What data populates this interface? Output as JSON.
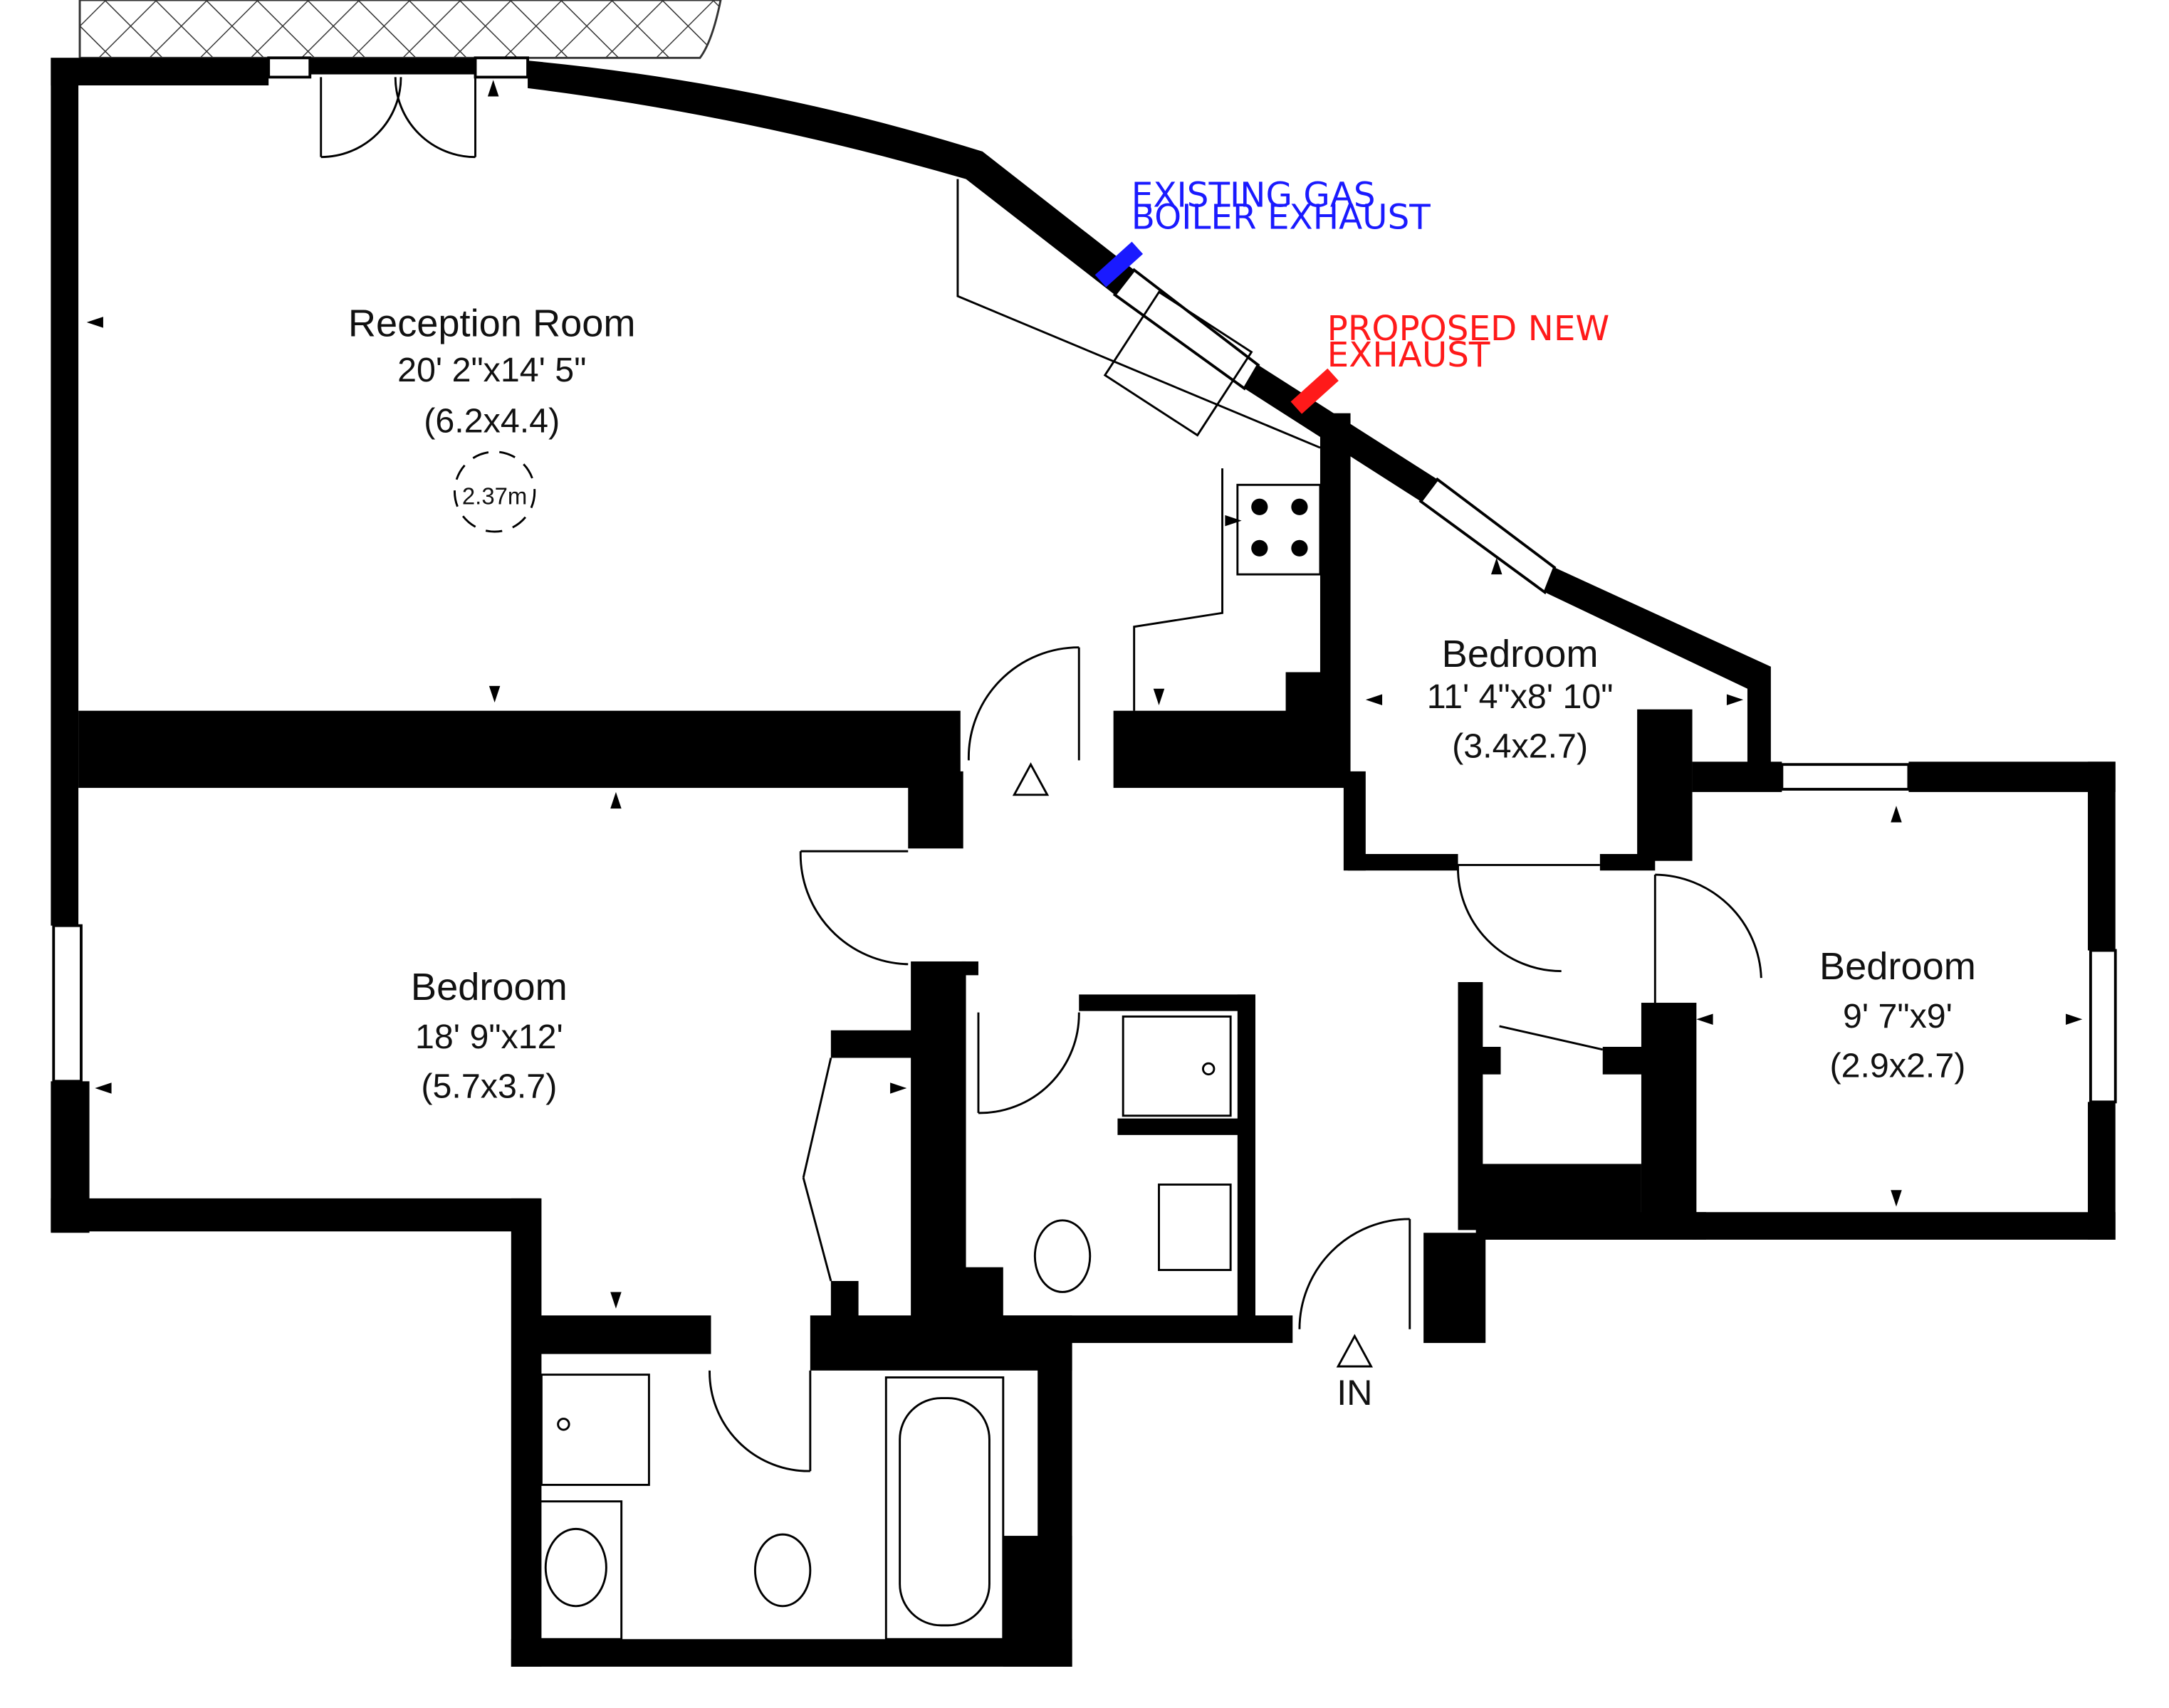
{
  "rooms": {
    "reception": {
      "name": "Reception Room",
      "size_imperial": "20' 2\"x14' 5\"",
      "size_metric": "(6.2x4.4)",
      "ceiling_height": "2.37m"
    },
    "bedroom_main": {
      "name": "Bedroom",
      "size_imperial": "18' 9\"x12'",
      "size_metric": "(5.7x3.7)"
    },
    "bedroom_middle": {
      "name": "Bedroom",
      "size_imperial": "11' 4\"x8' 10\"",
      "size_metric": "(3.4x2.7)"
    },
    "bedroom_right": {
      "name": "Bedroom",
      "size_imperial": "9' 7\"x9'",
      "size_metric": "(2.9x2.7)"
    }
  },
  "entrance_label": "IN",
  "annotations": {
    "existing": {
      "line1": "EXISTING GAS",
      "line2": "BOILER EXHAUST",
      "color": "#1a1aff"
    },
    "proposed": {
      "line1": "PROPOSED NEW",
      "line2": "EXHAUST",
      "color": "#ff1a1a"
    }
  }
}
